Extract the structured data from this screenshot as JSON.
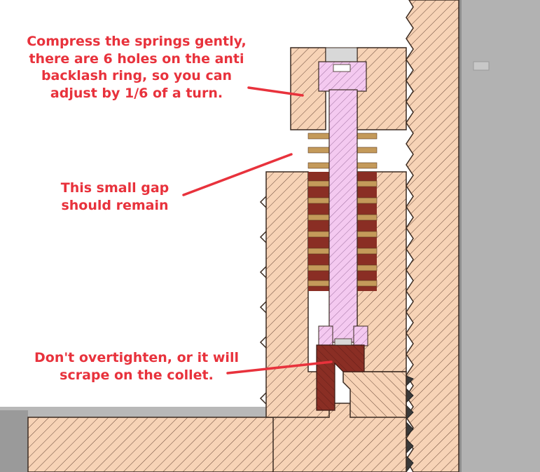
{
  "annotations": {
    "springs": {
      "lines": [
        "Compress the springs gently,",
        "there are 6 holes on the anti",
        "backlash ring, so you can",
        "adjust by 1/6 of a turn."
      ]
    },
    "gap": {
      "lines": [
        "This small gap",
        "should remain"
      ]
    },
    "collet": {
      "lines": [
        "Don't overtighten, or it will",
        "scrape on the collet."
      ]
    }
  },
  "colors": {
    "annotation_text": "#e8323c",
    "part_fill": "#f7d3b6",
    "hatch": "#6b4a3a",
    "screw_fill": "#f4c9f0",
    "spring_dark": "#8a2e24",
    "spring_light": "#c49a5a",
    "gray_part": "#b2b2b2"
  }
}
